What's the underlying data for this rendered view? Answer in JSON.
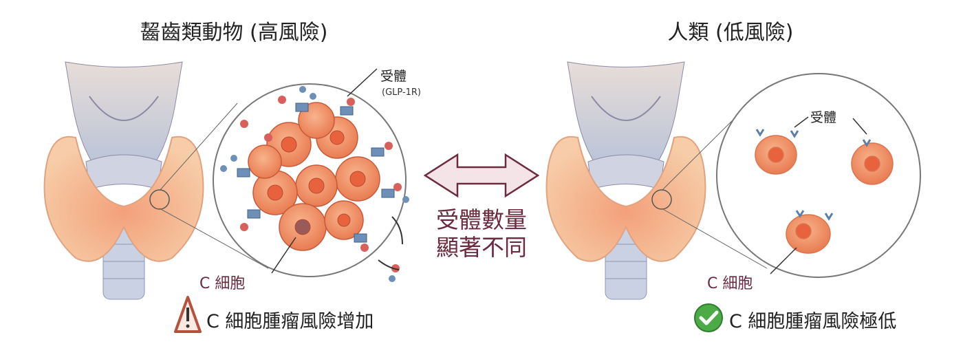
{
  "left": {
    "title": "齧齒類動物 (高風險)",
    "receptor_label": "受體",
    "receptor_sub": "(GLP-1R)",
    "cell_label": "C 細胞",
    "risk_text": "C 細胞腫瘤風險增加",
    "risk_icon": "warning-triangle-icon"
  },
  "center": {
    "line1": "受體數量",
    "line2": "顯著不同",
    "arrow_icon": "double-arrow-icon"
  },
  "right": {
    "title": "人類 (低風險)",
    "receptor_label": "受體",
    "cell_label": "C 細胞",
    "risk_text": "C 細胞腫瘤風險極低",
    "risk_icon": "green-check-icon"
  },
  "colors": {
    "accent": "#6b2a3e",
    "cell": "#f29a70",
    "receptor": "#5b7fa6",
    "check": "#3f9a3c",
    "warning": "#b5513e"
  }
}
